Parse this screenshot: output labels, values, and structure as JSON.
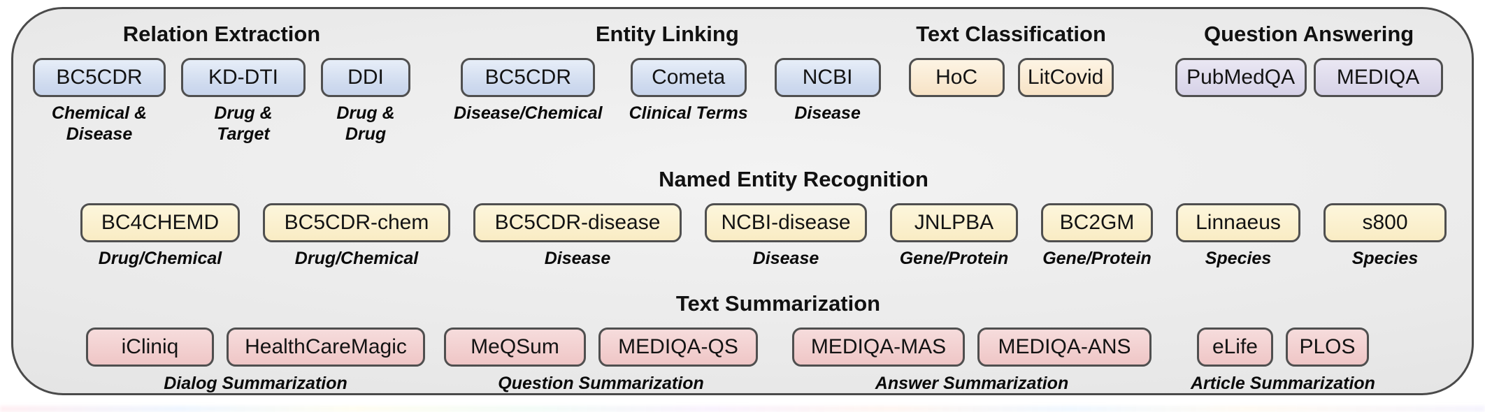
{
  "figure": {
    "description_colors": {
      "relation_extraction_box": "#cfdcee",
      "entity_linking_box": "#cfdcee",
      "text_classification_box": "#f9e6cb",
      "question_answering_box": "#dad6e9",
      "named_entity_recognition_box": "#fcf0cd",
      "text_summarization_box": "#f2cccc",
      "panel_background": "#e9e9e9",
      "border": "#4a4a4a"
    }
  },
  "sections": {
    "re": {
      "title": "Relation Extraction",
      "items": [
        {
          "label": "BC5CDR",
          "sublabel": "Chemical &\nDisease"
        },
        {
          "label": "KD-DTI",
          "sublabel": "Drug &\nTarget"
        },
        {
          "label": "DDI",
          "sublabel": "Drug &\nDrug"
        }
      ]
    },
    "el": {
      "title": "Entity Linking",
      "items": [
        {
          "label": "BC5CDR",
          "sublabel": "Disease/Chemical"
        },
        {
          "label": "Cometa",
          "sublabel": "Clinical Terms"
        },
        {
          "label": "NCBI",
          "sublabel": "Disease"
        }
      ]
    },
    "tc": {
      "title": "Text Classification",
      "items": [
        {
          "label": "HoC"
        },
        {
          "label": "LitCovid"
        }
      ]
    },
    "qa": {
      "title": "Question Answering",
      "items": [
        {
          "label": "PubMedQA"
        },
        {
          "label": "MEDIQA"
        }
      ]
    },
    "ner": {
      "title": "Named Entity Recognition",
      "items": [
        {
          "label": "BC4CHEMD",
          "sublabel": "Drug/Chemical"
        },
        {
          "label": "BC5CDR-chem",
          "sublabel": "Drug/Chemical"
        },
        {
          "label": "BC5CDR-disease",
          "sublabel": "Disease"
        },
        {
          "label": "NCBI-disease",
          "sublabel": "Disease"
        },
        {
          "label": "JNLPBA",
          "sublabel": "Gene/Protein"
        },
        {
          "label": "BC2GM",
          "sublabel": "Gene/Protein"
        },
        {
          "label": "Linnaeus",
          "sublabel": "Species"
        },
        {
          "label": "s800",
          "sublabel": "Species"
        }
      ]
    },
    "ts": {
      "title": "Text Summarization",
      "groups": [
        {
          "sublabel": "Dialog Summarization",
          "items": [
            {
              "label": "iCliniq"
            },
            {
              "label": "HealthCareMagic"
            }
          ]
        },
        {
          "sublabel": "Question Summarization",
          "items": [
            {
              "label": "MeQSum"
            },
            {
              "label": "MEDIQA-QS"
            }
          ]
        },
        {
          "sublabel": "Answer Summarization",
          "items": [
            {
              "label": "MEDIQA-MAS"
            },
            {
              "label": "MEDIQA-ANS"
            }
          ]
        },
        {
          "sublabel": "Article Summarization",
          "items": [
            {
              "label": "eLife"
            },
            {
              "label": "PLOS"
            }
          ]
        }
      ]
    }
  }
}
